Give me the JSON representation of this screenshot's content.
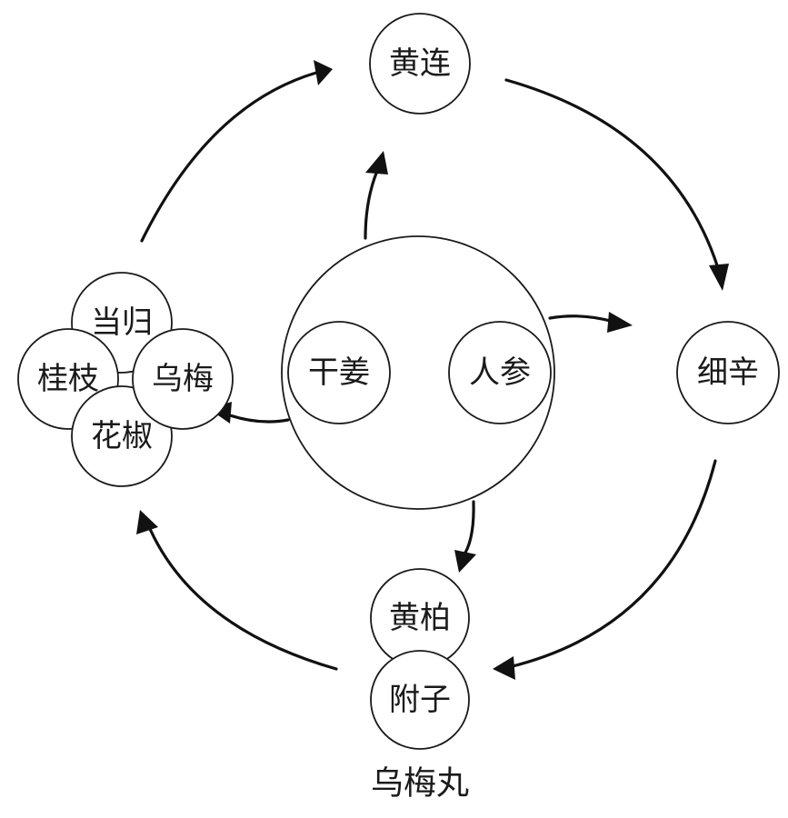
{
  "caption": "乌梅丸",
  "hub": {
    "left": "干姜",
    "right": "人参"
  },
  "nodes": {
    "top": "黄连",
    "right": "细辛",
    "bottom_upper": "黄柏",
    "bottom_lower": "附子",
    "cluster_top": "当归",
    "cluster_left": "桂枝",
    "cluster_right": "乌梅",
    "cluster_bottom": "花椒"
  },
  "colors": {
    "stroke": "#1a1a1a",
    "background": "#ffffff"
  }
}
